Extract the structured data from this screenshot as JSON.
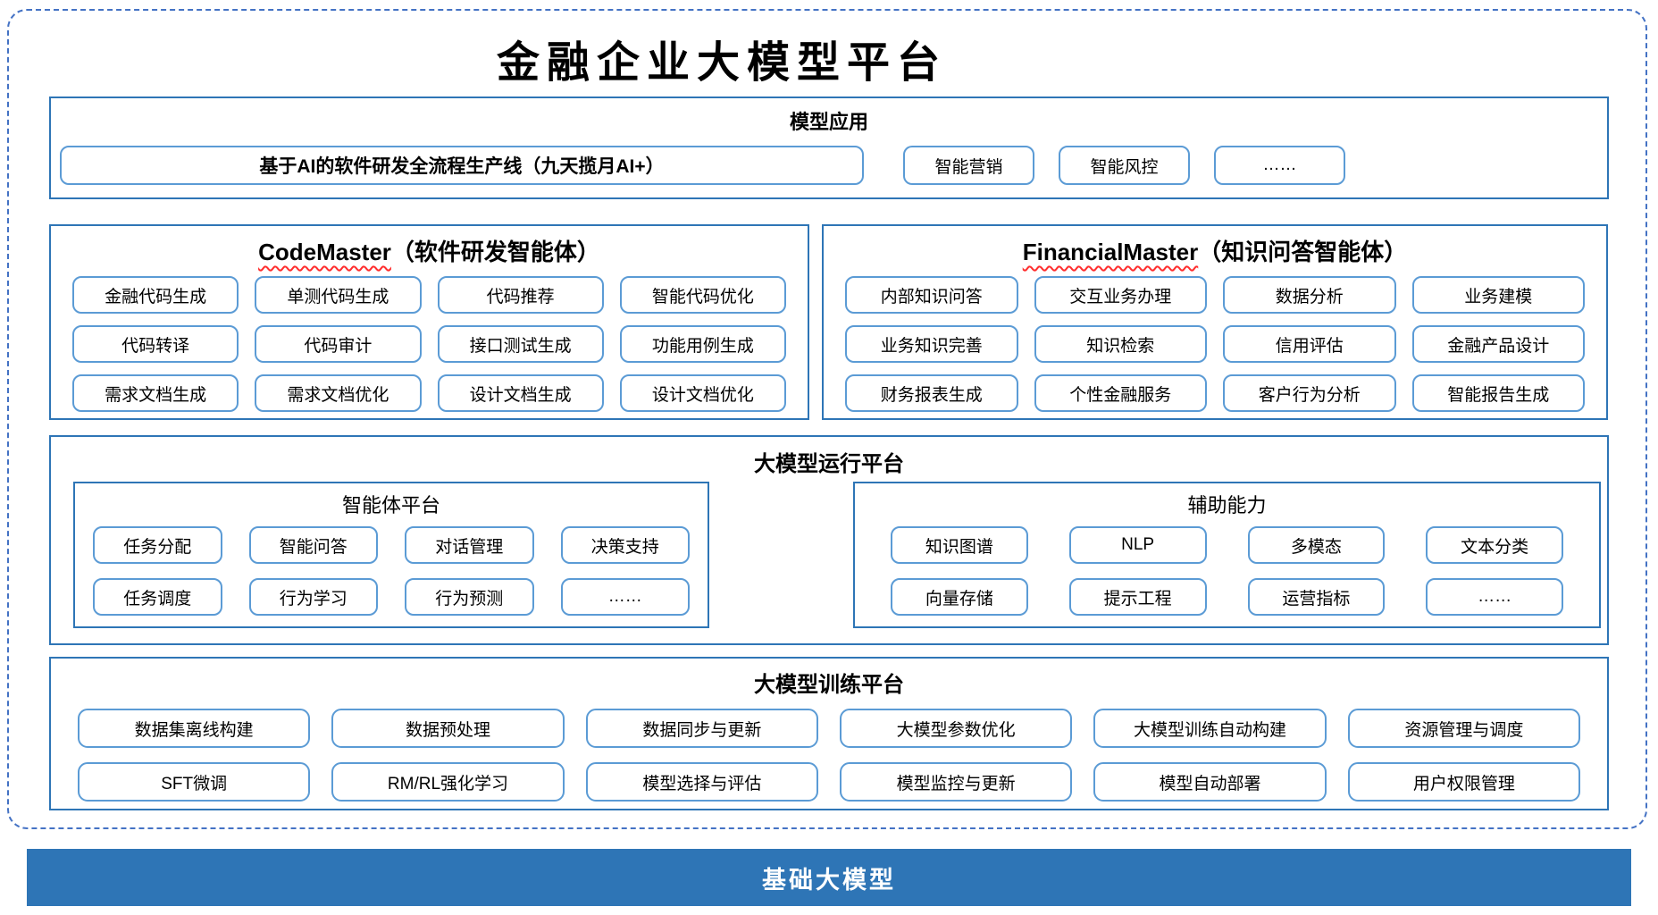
{
  "page_title": "金融企业大模型平台",
  "colors": {
    "accent": "#2E75B6",
    "button_border": "#5B9BD5",
    "dashed_border": "#4472C4",
    "squiggle": "#FF2D2D"
  },
  "model_apps": {
    "header": "模型应用",
    "wide_item": "基于AI的软件研发全流程生产线（九天揽月AI+）",
    "items": [
      "智能营销",
      "智能风控",
      "……"
    ]
  },
  "code_master": {
    "title_en": "CodeMaster",
    "title_zh": "（软件研发智能体）",
    "items": [
      "金融代码生成",
      "单测代码生成",
      "代码推荐",
      "智能代码优化",
      "代码转译",
      "代码审计",
      "接口测试生成",
      "功能用例生成",
      "需求文档生成",
      "需求文档优化",
      "设计文档生成",
      "设计文档优化"
    ]
  },
  "financial_master": {
    "title_en": "FinancialMaster",
    "title_zh": "（知识问答智能体）",
    "items": [
      "内部知识问答",
      "交互业务办理",
      "数据分析",
      "业务建模",
      "业务知识完善",
      "知识检索",
      "信用评估",
      "金融产品设计",
      "财务报表生成",
      "个性金融服务",
      "客户行为分析",
      "智能报告生成"
    ]
  },
  "runtime_platform": {
    "header": "大模型运行平台",
    "agent_platform": {
      "header": "智能体平台",
      "items": [
        "任务分配",
        "智能问答",
        "对话管理",
        "决策支持",
        "任务调度",
        "行为学习",
        "行为预测",
        "……"
      ]
    },
    "aux_capabilities": {
      "header": "辅助能力",
      "items": [
        "知识图谱",
        "NLP",
        "多模态",
        "文本分类",
        "向量存储",
        "提示工程",
        "运营指标",
        "……"
      ]
    }
  },
  "training_platform": {
    "header": "大模型训练平台",
    "items": [
      "数据集离线构建",
      "数据预处理",
      "数据同步与更新",
      "大模型参数优化",
      "大模型训练自动构建",
      "资源管理与调度",
      "SFT微调",
      "RM/RL强化学习",
      "模型选择与评估",
      "模型监控与更新",
      "模型自动部署",
      "用户权限管理"
    ]
  },
  "foundation": {
    "label": "基础大模型"
  }
}
